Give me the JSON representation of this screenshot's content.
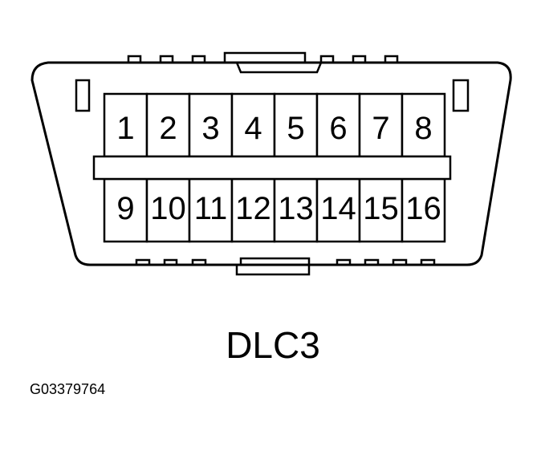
{
  "connector": {
    "name": "DLC3",
    "top_row_pins": [
      "1",
      "2",
      "3",
      "4",
      "5",
      "6",
      "7",
      "8"
    ],
    "bottom_row_pins": [
      "9",
      "10",
      "11",
      "12",
      "13",
      "14",
      "15",
      "16"
    ]
  },
  "figure_id": "G03379764"
}
